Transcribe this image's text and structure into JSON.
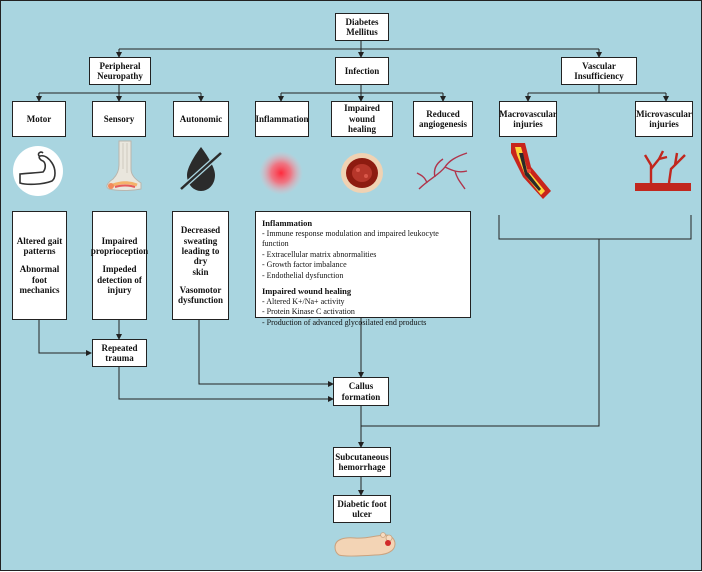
{
  "nodes": {
    "diabetes": "Diabetes\nMellitus",
    "neuropathy": "Peripheral\nNeuropathy",
    "infection": "Infection",
    "vascular": "Vascular\nInsufficiency",
    "motor": "Motor",
    "sensory": "Sensory",
    "autonomic": "Autonomic",
    "inflammation": "Inflammation",
    "impaired_healing": "Impaired\nwound healing",
    "reduced_angio": "Reduced\nangiogenesis",
    "macro": "Macrovascular\ninjuries",
    "micro": "Microvascular\ninjuries",
    "repeated_trauma": "Repeated\ntrauma",
    "callus": "Callus\nformation",
    "hemorrhage": "Subcutaneous\nhemorrhage",
    "ulcer": "Diabetic foot\nulcer"
  },
  "motor_effects": [
    "Altered gait\npatterns",
    "Abnormal foot\nmechanics"
  ],
  "sensory_effects": [
    "Impaired\nproprioception",
    "Impeded\ndetection of\ninjury"
  ],
  "autonomic_effects": [
    "Decreased\nsweating\nleading to dry\nskin",
    "Vasomotor\ndysfunction"
  ],
  "detail": {
    "inflammation_title": "Inflammation",
    "inflammation_items": [
      "- Immune response modulation and impaired leukocyte function",
      "- Extracellular matrix abnormalities",
      "- Growth factor imbalance",
      "- Endothelial dysfunction"
    ],
    "healing_title": "Impaired wound healing",
    "healing_items": [
      "- Altered K+/Na+ activity",
      "- Protein Kinase C activation",
      "- Production of advanced glycosilated end products"
    ]
  },
  "icons": [
    "flexed-arm-icon",
    "leg-nerve-icon",
    "no-sweat-drop-icon",
    "inflammation-glow-icon",
    "wound-icon",
    "capillary-icon",
    "artery-plaque-icon",
    "microvessel-icon",
    "foot-ulcer-icon"
  ],
  "colors": {
    "background": "#a9d5e0",
    "box": "#ffffff",
    "line": "#222222"
  }
}
